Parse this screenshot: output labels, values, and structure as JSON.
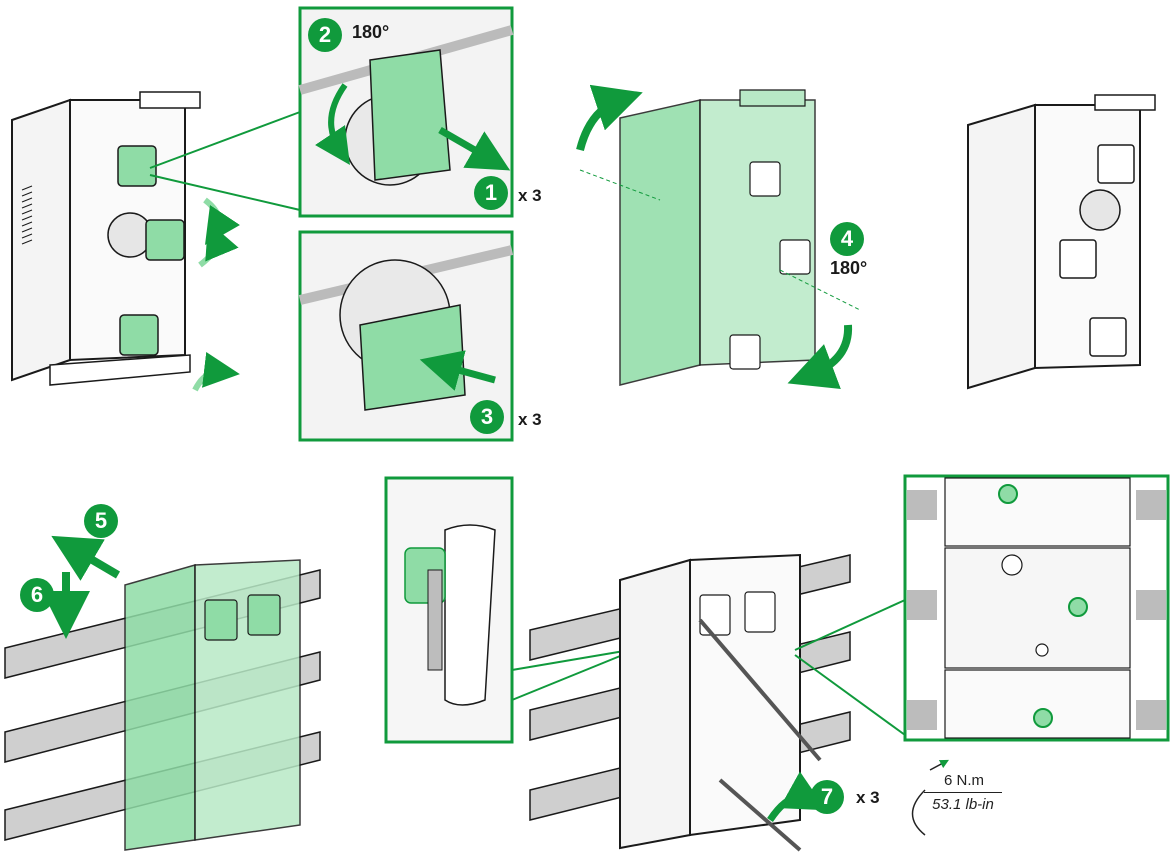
{
  "steps": [
    {
      "number": "1"
    },
    {
      "number": "2",
      "angle": "180°"
    },
    {
      "number": "3"
    },
    {
      "number": "4",
      "angle": "180°"
    },
    {
      "number": "5"
    },
    {
      "number": "6"
    },
    {
      "number": "7"
    }
  ],
  "multipliers": {
    "step1": "x 3",
    "step3": "x 3",
    "step7": "x 3"
  },
  "torque": {
    "metric": "6 N.m",
    "imperial": "53.1 lb-in"
  },
  "colors": {
    "accent_green": "#109a3c",
    "translucent_green": "#7ed49a",
    "frame": "#1a1a1a",
    "busbar": "#c8c8c8"
  }
}
